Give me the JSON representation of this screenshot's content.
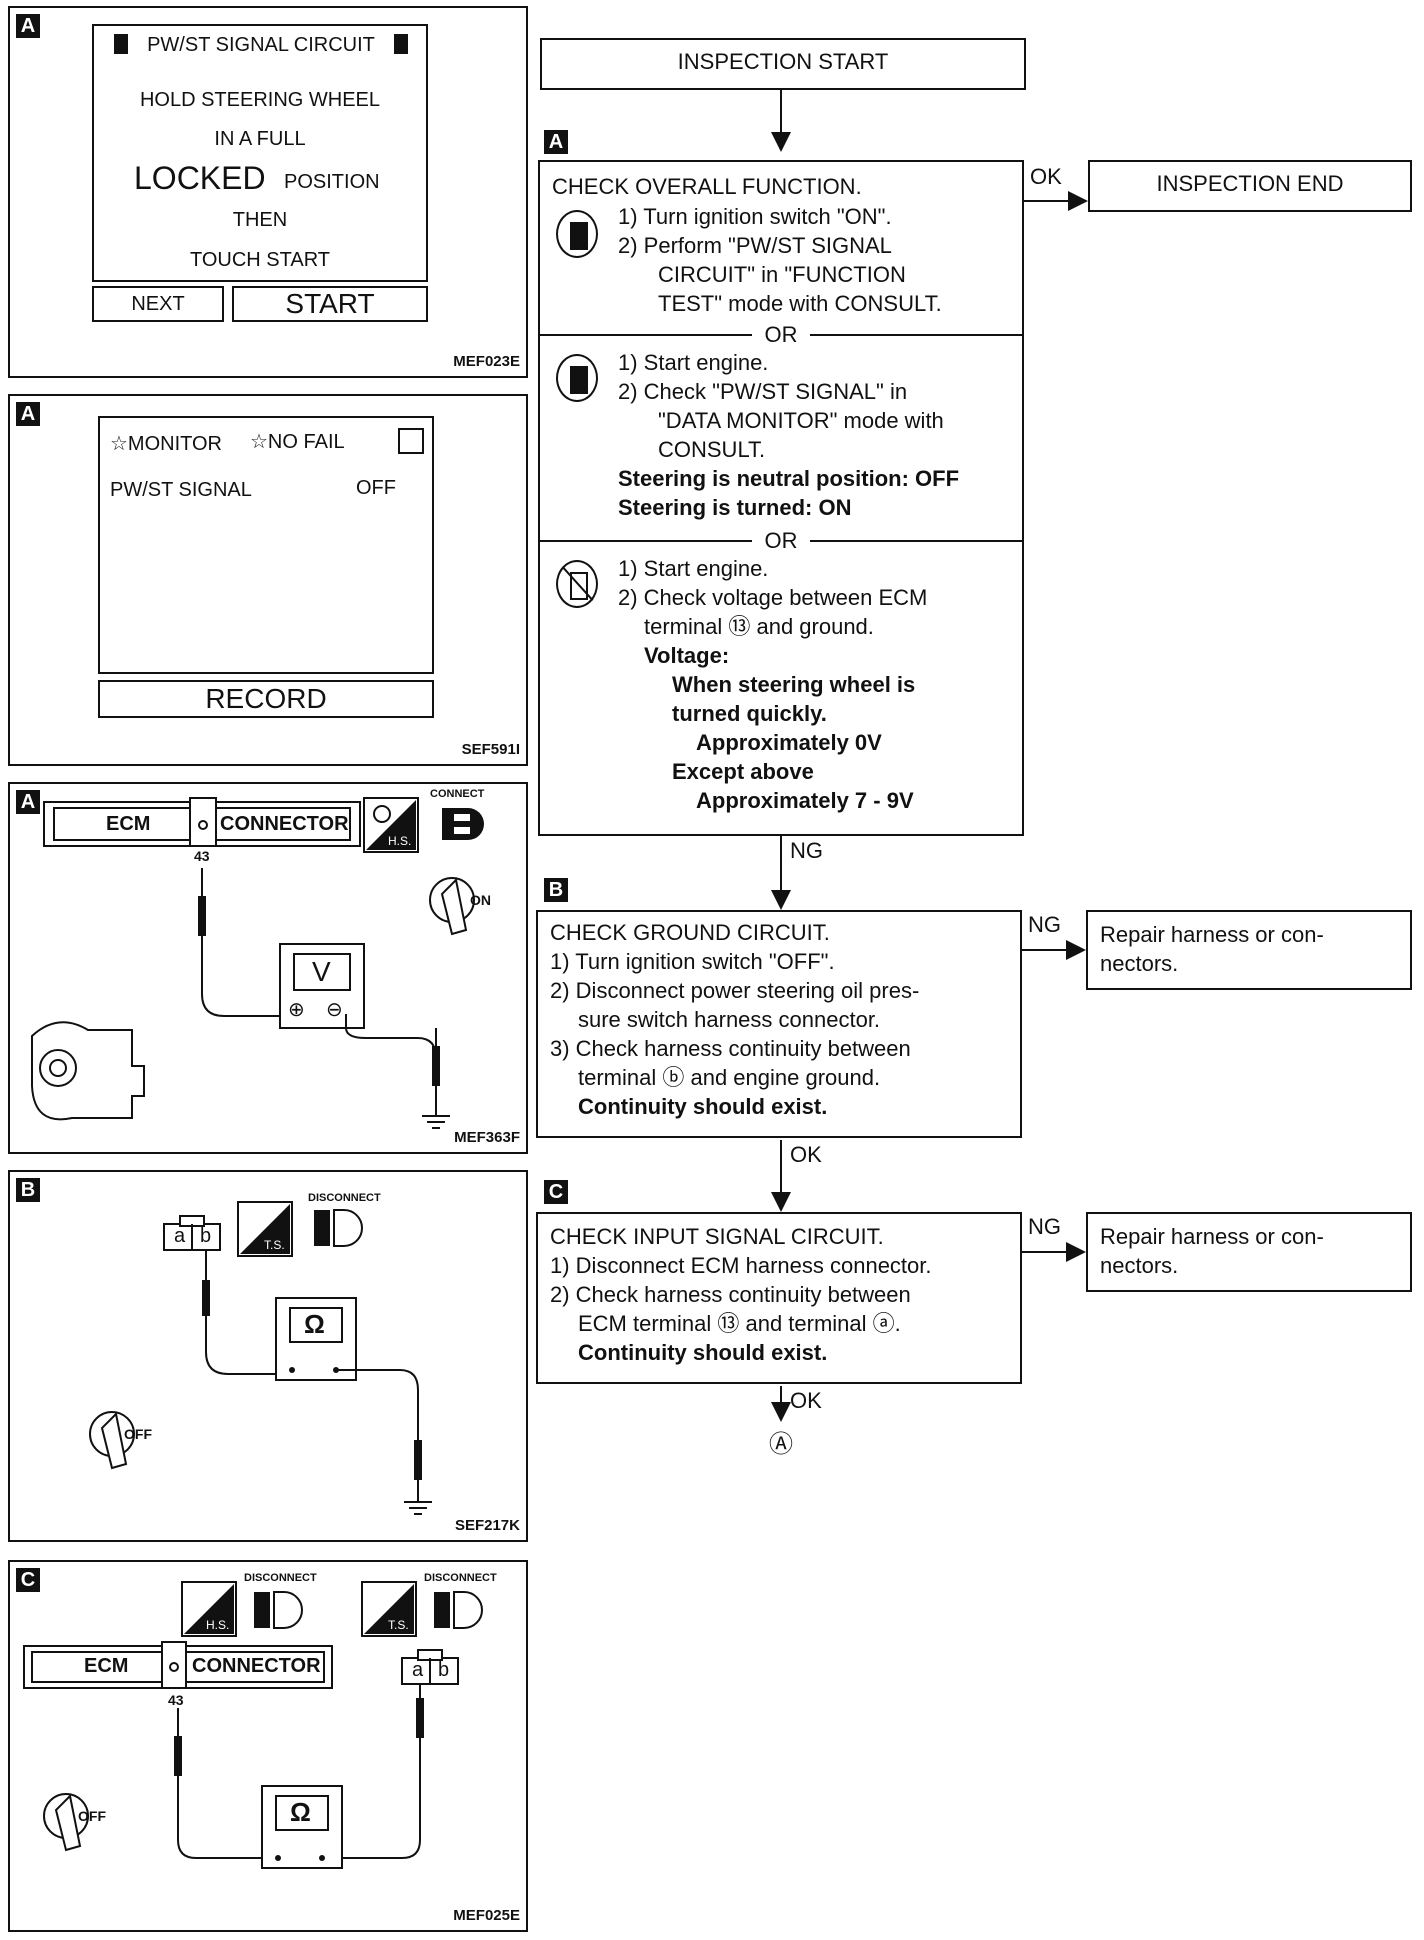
{
  "panels": {
    "p1": {
      "badge": "A",
      "screen_title": "PW/ST SIGNAL CIRCUIT",
      "lines": [
        "HOLD STEERING WHEEL",
        "IN A FULL"
      ],
      "locked_big": "LOCKED",
      "locked_small": "POSITION",
      "then": "THEN",
      "touch": "TOUCH START",
      "btn_next": "NEXT",
      "btn_start": "START",
      "code": "MEF023E"
    },
    "p2": {
      "badge": "A",
      "monitor": "☆MONITOR",
      "nofail": "☆NO FAIL",
      "signal_label": "PW/ST SIGNAL",
      "signal_value": "OFF",
      "record": "RECORD",
      "code": "SEF591I"
    },
    "p3": {
      "badge": "A",
      "ecm": "ECM",
      "connector": "CONNECTOR",
      "pin": "43",
      "hs": "H.S.",
      "connect": "CONNECT",
      "on": "ON",
      "meter": "V",
      "plus": "⊕",
      "minus": "⊖",
      "code": "MEF363F"
    },
    "p4": {
      "badge": "B",
      "ts": "T.S.",
      "disconnect": "DISCONNECT",
      "term_a": "a",
      "term_b": "b",
      "meter": "Ω",
      "off": "OFF",
      "code": "SEF217K"
    },
    "p5": {
      "badge": "C",
      "hs": "H.S.",
      "ts": "T.S.",
      "disconnect1": "DISCONNECT",
      "disconnect2": "DISCONNECT",
      "ecm": "ECM",
      "connector": "CONNECTOR",
      "pin": "43",
      "term_a": "a",
      "term_b": "b",
      "meter": "Ω",
      "off": "OFF",
      "code": "MEF025E"
    }
  },
  "flow": {
    "start": "INSPECTION START",
    "end": "INSPECTION END",
    "badges": {
      "a": "A",
      "b": "B",
      "c": "C"
    },
    "step_a": {
      "title": "CHECK OVERALL FUNCTION.",
      "s1": [
        "1) Turn ignition switch \"ON\".",
        "2) Perform \"PW/ST SIGNAL",
        "CIRCUIT\" in \"FUNCTION",
        "TEST\" mode with CONSULT."
      ],
      "or1": "OR",
      "s2": [
        "1) Start engine.",
        "2) Check \"PW/ST SIGNAL\" in",
        "\"DATA MONITOR\" mode with",
        "CONSULT."
      ],
      "s2_bold": [
        "Steering is neutral position: OFF",
        "Steering is turned: ON"
      ],
      "or2": "OR",
      "s3": [
        "1) Start engine.",
        "2) Check voltage between ECM",
        "terminal ⑬ and ground."
      ],
      "s3_bold": [
        "Voltage:",
        "When steering wheel is",
        "turned quickly.",
        "Approximately 0V",
        "Except above",
        "Approximately 7 - 9V"
      ]
    },
    "step_b": {
      "title": "CHECK GROUND CIRCUIT.",
      "lines": [
        "1) Turn ignition switch \"OFF\".",
        "2) Disconnect power steering oil pres-",
        "sure switch harness connector.",
        "3) Check harness continuity between",
        "terminal ⓑ and engine ground."
      ],
      "bold": "Continuity should exist."
    },
    "step_c": {
      "title": "CHECK INPUT SIGNAL CIRCUIT.",
      "lines": [
        "1) Disconnect ECM harness connector.",
        "2) Check harness continuity between",
        "ECM terminal ⑬ and terminal ⓐ."
      ],
      "bold": "Continuity should exist."
    },
    "repair_b": [
      "Repair harness or con-",
      "nectors."
    ],
    "repair_c": [
      "Repair harness or con-",
      "nectors."
    ],
    "labels": {
      "ok1": "OK",
      "ng_a": "NG",
      "ng_b": "NG",
      "ok_b": "OK",
      "ng_c": "NG",
      "ok_c": "OK"
    },
    "goto": "Ⓐ"
  }
}
